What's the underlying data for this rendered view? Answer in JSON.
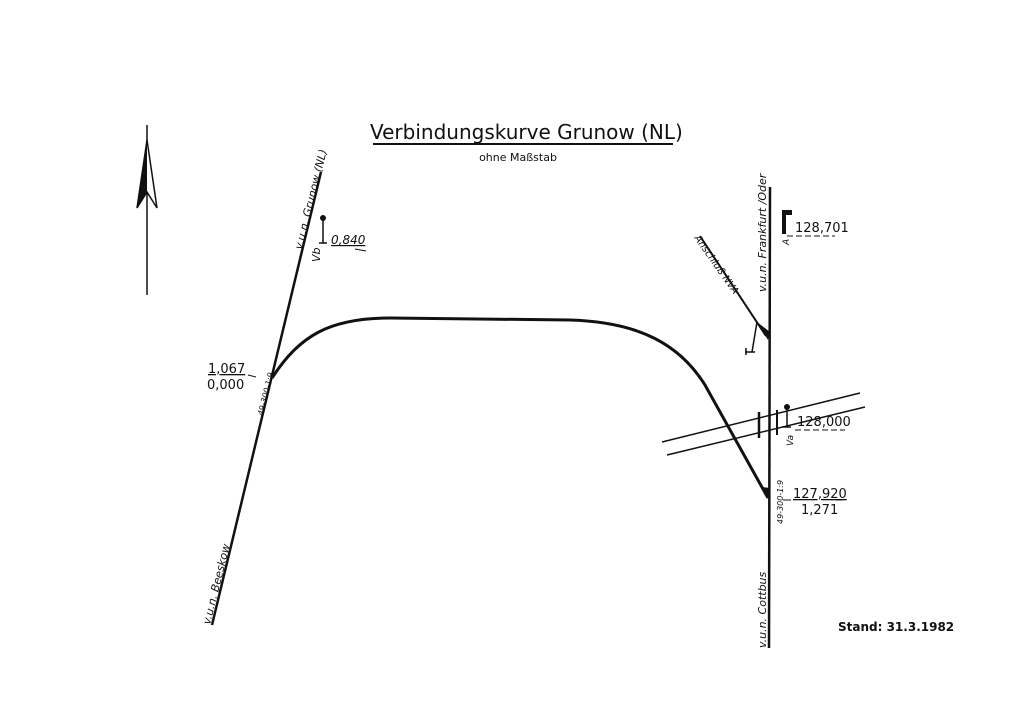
{
  "title": "Verbindungskurve Grunow (NL)",
  "subtitle": "ohne Maßstab",
  "date_label": "Stand: 31.3.1982",
  "lines": {
    "grunow": "v.u.n. Grunow (NL)",
    "beeskow": "v.u.n. Beeskow",
    "frankfurt": "v.u.n. Frankfurt /Oder",
    "cottbus": "v.u.n. Cottbus",
    "nva": "Anschluß NVA"
  },
  "signals": {
    "vb": {
      "name": "Vb",
      "km": "0,840"
    },
    "a": {
      "name": "A",
      "km": "128,701"
    },
    "va": {
      "name": "Va",
      "km": "128,000"
    }
  },
  "switches": {
    "left": {
      "type": "49-300-1:9",
      "km_top": "1,067",
      "km_bottom": "0,000"
    },
    "right": {
      "type": "49-300-1:9",
      "km_top": "127,920",
      "km_bottom": "1,271"
    }
  },
  "colors": {
    "ink": "#111111",
    "paper": "#ffffff"
  }
}
